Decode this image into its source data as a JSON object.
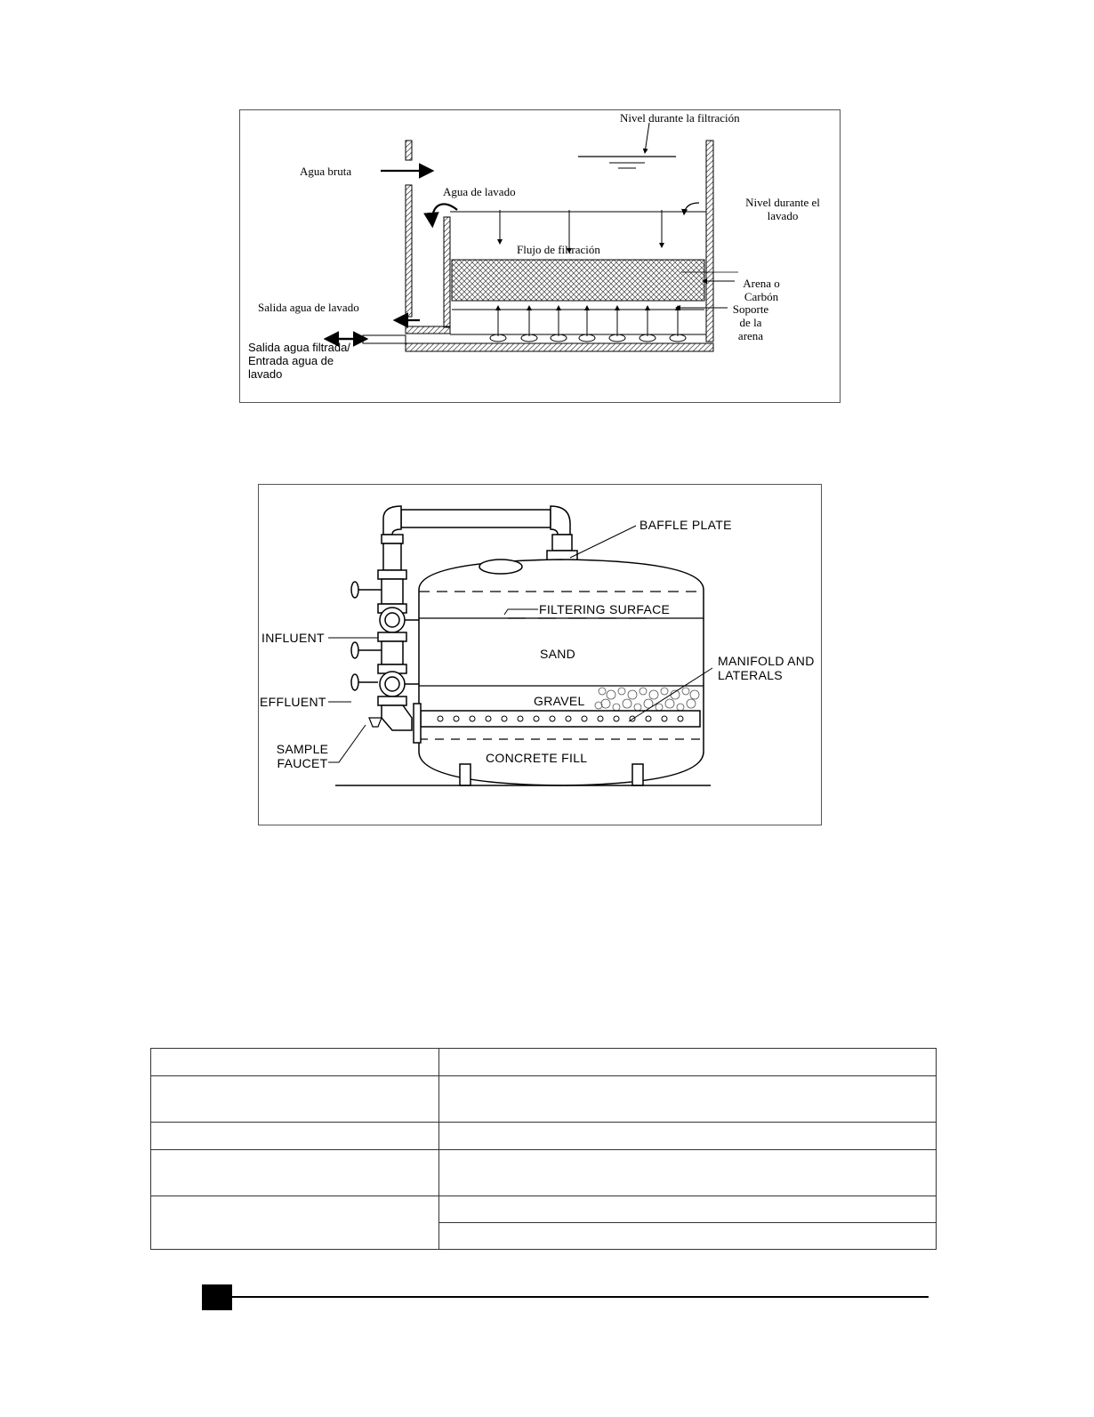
{
  "figure1": {
    "labels": {
      "nivel_filtracion": "Nivel durante la filtración",
      "agua_bruta": "Agua bruta",
      "agua_lavado": "Agua de lavado",
      "nivel_lavado_1": "Nivel durante el",
      "nivel_lavado_2": "lavado",
      "flujo": "Flujo de filtración",
      "arena_1": "Arena o",
      "arena_2": "Carbón",
      "soporte_1": "Soporte",
      "soporte_2": "de la",
      "soporte_3": "arena",
      "salida_lavado": "Salida agua de lavado",
      "salida_filtrada_1": "Salida agua filtrada/",
      "salida_filtrada_2": "Entrada agua de",
      "salida_filtrada_3": "lavado"
    }
  },
  "figure2": {
    "labels": {
      "baffle": "BAFFLE PLATE",
      "filtering": "FILTERING SURFACE",
      "influent": "INFLUENT",
      "sand": "SAND",
      "manifold_1": "MANIFOLD AND",
      "manifold_2": "LATERALS",
      "effluent": "EFFLUENT",
      "gravel": "GRAVEL",
      "sample_1": "SAMPLE",
      "sample_2": "FAUCET",
      "concrete": "CONCRETE FILL"
    }
  },
  "table": {
    "rows": [
      {
        "left": "",
        "right": ""
      },
      {
        "left": "",
        "right": ""
      },
      {
        "left": "",
        "right": ""
      },
      {
        "left": "",
        "right": ""
      },
      {
        "left": "",
        "right": ""
      },
      {
        "left": "",
        "right": ""
      }
    ]
  }
}
